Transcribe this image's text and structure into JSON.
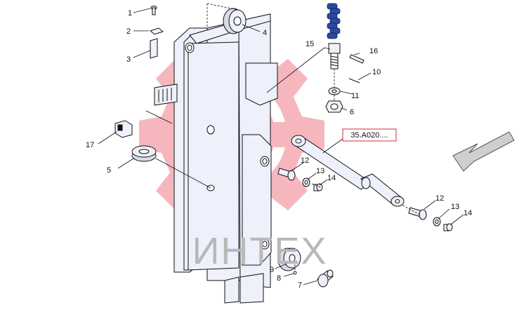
{
  "diagram": {
    "callouts": {
      "c1": "1",
      "c2": "2",
      "c3": "3",
      "c4": "4",
      "c5": "5",
      "c6": "6",
      "c7": "7",
      "c8": "8",
      "c9": "9",
      "c10": "10",
      "c11": "11",
      "c12a": "12",
      "c12b": "12",
      "c13a": "13",
      "c13b": "13",
      "c14a": "14",
      "c14b": "14",
      "c15": "15",
      "c16": "16",
      "c17": "17"
    },
    "reference_box": "35.A020....",
    "watermark_text": "ИНТЕХ",
    "colors": {
      "line": "#111111",
      "part_fill": "#eef0fb",
      "watermark_red": "#f2a0a8",
      "reference_box_border": "#d62a3a",
      "arrow_fill": "#cfcfcf"
    }
  }
}
